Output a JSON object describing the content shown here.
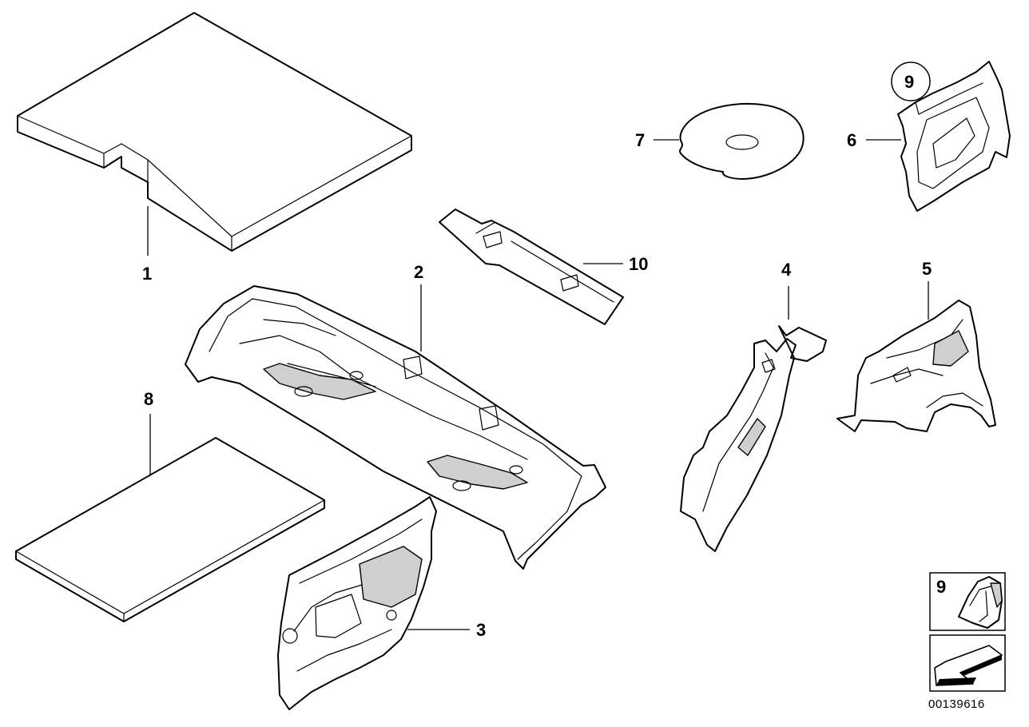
{
  "diagram": {
    "callouts": [
      {
        "id": "1",
        "text": "1"
      },
      {
        "id": "2",
        "text": "2"
      },
      {
        "id": "3",
        "text": "3"
      },
      {
        "id": "4",
        "text": "4"
      },
      {
        "id": "5",
        "text": "5"
      },
      {
        "id": "6",
        "text": "6"
      },
      {
        "id": "7",
        "text": "7"
      },
      {
        "id": "8",
        "text": "8"
      },
      {
        "id": "9",
        "text": "9"
      },
      {
        "id": "10",
        "text": "10"
      }
    ],
    "legend_label": "9",
    "reference_number": "00139616"
  }
}
